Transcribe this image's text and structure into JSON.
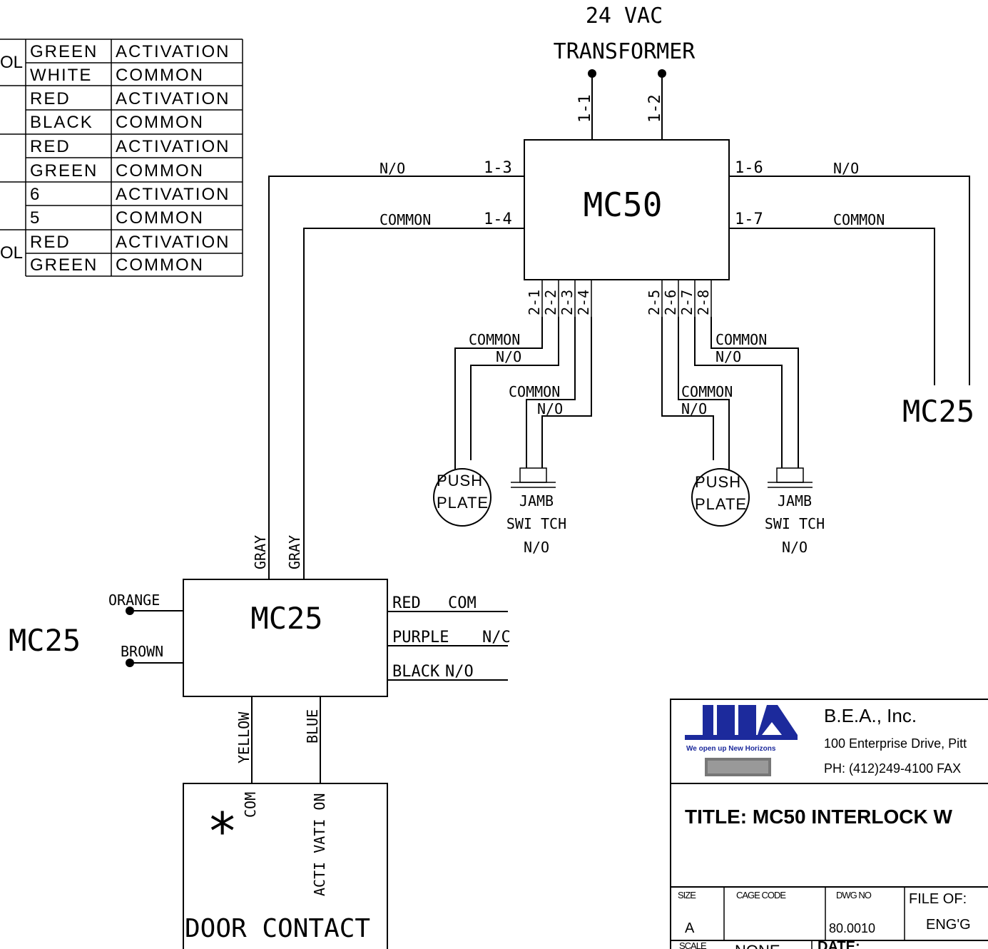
{
  "wire_table": {
    "side_labels": [
      "OL",
      "OL"
    ],
    "rows": [
      {
        "color": "GREEN",
        "function": "ACTIVATION"
      },
      {
        "color": "WHITE",
        "function": "COMMON"
      },
      {
        "color": "RED",
        "function": "ACTIVATION"
      },
      {
        "color": "BLACK",
        "function": "COMMON"
      },
      {
        "color": "RED",
        "function": "ACTIVATION"
      },
      {
        "color": "GREEN",
        "function": "COMMON"
      },
      {
        "color": "6",
        "function": "ACTIVATION"
      },
      {
        "color": "5",
        "function": "COMMON"
      },
      {
        "color": "RED",
        "function": "ACTIVATION"
      },
      {
        "color": "GREEN",
        "function": "COMMON"
      }
    ]
  },
  "transformer": {
    "line1": "24 VAC",
    "line2": "TRANSFORMER",
    "pins": [
      "1-1",
      "1-2"
    ]
  },
  "mc50": {
    "label": "MC50",
    "left_terminals": [
      "1-3",
      "1-4"
    ],
    "right_terminals": [
      "1-6",
      "1-7"
    ],
    "bottom_left": [
      "2-1",
      "2-2",
      "2-3",
      "2-4"
    ],
    "bottom_right": [
      "2-5",
      "2-6",
      "2-7",
      "2-8"
    ]
  },
  "wire_labels": {
    "n_o": "N/O",
    "common": "COMMON",
    "gray": "GRAY",
    "yellow": "YELLOW",
    "blue": "BLUE"
  },
  "push_plate": {
    "line1": "PUSH",
    "line2": "PLATE"
  },
  "jamb_switch": {
    "line1": "JAMB",
    "line2": "SWI TCH",
    "line3": "N/O"
  },
  "mc25_right": {
    "label": "MC25"
  },
  "mc25_bottom": {
    "label": "MC25",
    "side_label": "MC25",
    "inputs": [
      "ORANGE",
      "BROWN"
    ],
    "outputs": [
      {
        "color": "RED",
        "term": "COM"
      },
      {
        "color": "PURPLE",
        "term": "N/C"
      },
      {
        "color": "BLACK",
        "term": "N/O"
      }
    ]
  },
  "door_contact": {
    "label": "DOOR  CONTACT",
    "com": "COM",
    "activation": "ACTI VATI ON",
    "asterisk": "*"
  },
  "title_block": {
    "company": "B.E.A., Inc.",
    "address": "100 Enterprise Drive, Pitt",
    "phone": "PH: (412)249-4100  FAX",
    "slogan": "We open up New Horizons",
    "title": "TITLE:  MC50 INTERLOCK W",
    "size_label": "SIZE",
    "size_value": "A",
    "cage_label": "CAGE CODE",
    "dwg_label": "DWG NO",
    "dwg_value": "80.0010",
    "file_label": "FILE OF:",
    "engg_label": "ENG'G",
    "scale_label": "SCALE",
    "scale_value": "NONE",
    "date_label": "DATE:"
  }
}
